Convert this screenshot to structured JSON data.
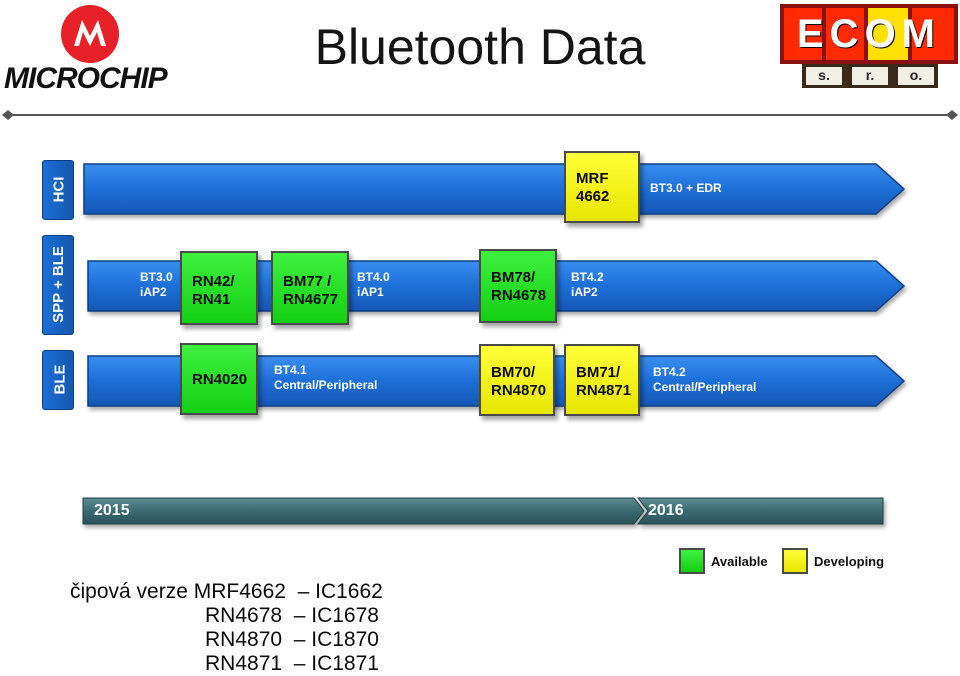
{
  "header": {
    "title": "Bluetooth Data",
    "left_logo": "MICROCHIP",
    "right_logo": {
      "main": "ECOM",
      "sub": [
        "s.",
        "r.",
        "o."
      ]
    }
  },
  "rows": {
    "hci": {
      "label": "HCI",
      "chips": [
        {
          "name": "MRF\n4662",
          "status": "developing"
        }
      ],
      "versions": [
        "BT3.0 + EDR"
      ]
    },
    "spp_ble": {
      "label": "SPP + BLE",
      "versions": [
        "BT3.0\niAP2",
        "BT4.0\niAP1",
        "BT4.2\niAP2"
      ],
      "chips": [
        {
          "name": "RN42/\nRN41",
          "status": "available"
        },
        {
          "name": "BM77 /\nRN4677",
          "status": "available"
        },
        {
          "name": "BM78/\nRN4678",
          "status": "available"
        }
      ]
    },
    "ble": {
      "label": "BLE",
      "chips": [
        {
          "name": "RN4020",
          "status": "available"
        },
        {
          "name": "BM70/\nRN4870",
          "status": "developing"
        },
        {
          "name": "BM71/\nRN4871",
          "status": "developing"
        }
      ],
      "versions": [
        "BT4.1\nCentral/Peripheral",
        "BT4.2\nCentral/Peripheral"
      ]
    }
  },
  "timeline": [
    "2015",
    "2016"
  ],
  "legend": [
    {
      "label": "Available",
      "color": "#22dd22"
    },
    {
      "label": "Developing",
      "color": "#f2f200"
    }
  ],
  "notes": [
    "čipová verze MRF4662  – IC1662",
    "RN4678  – IC1678",
    "RN4870  – IC1870",
    "RN4871  – IC1871"
  ],
  "colors": {
    "bar_blue": "#1d6fd8",
    "available": "#22dd22",
    "developing": "#f2f200",
    "timeline": "#3a6b72"
  }
}
